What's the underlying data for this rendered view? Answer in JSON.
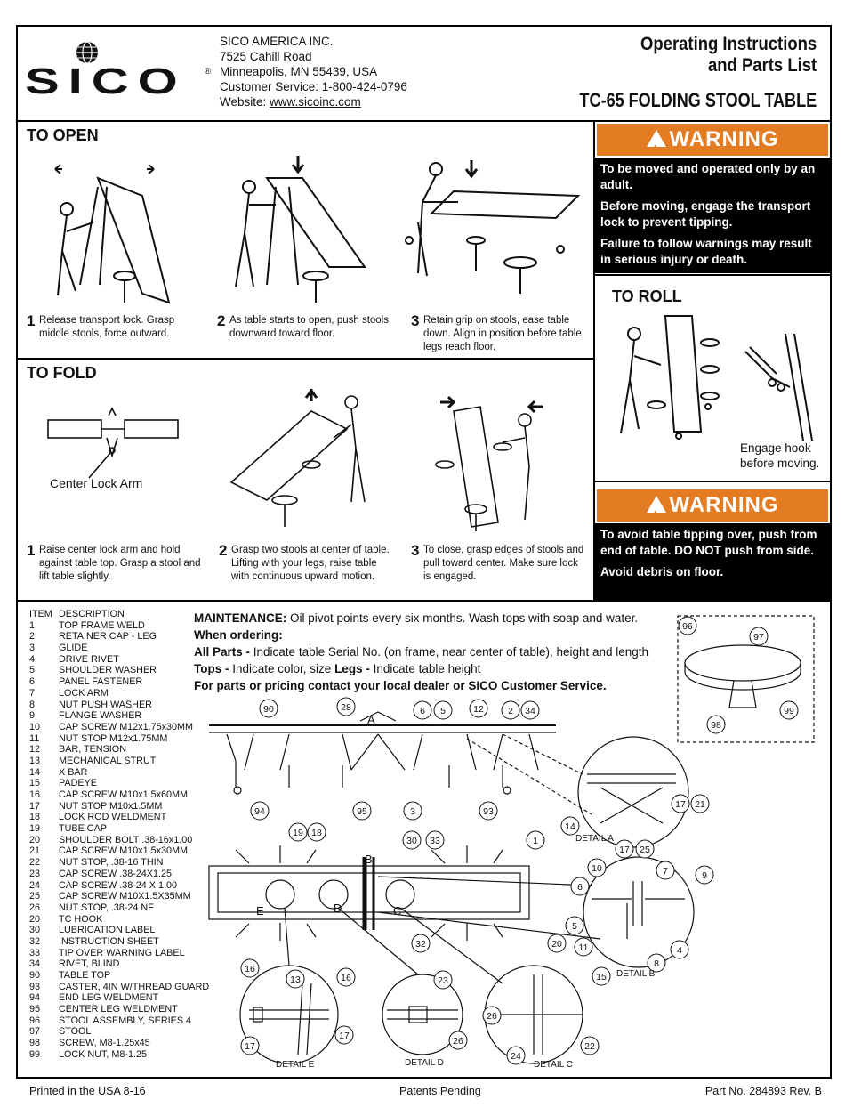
{
  "header": {
    "logo": "SICO",
    "company_name": "SICO AMERICA INC.",
    "address_line1": "7525 Cahill Road",
    "address_line2": "Minneapolis, MN 55439, USA",
    "customer_service": "Customer Service: 1-800-424-0796",
    "website_label": "Website: ",
    "website_url": "www.sicoinc.com",
    "title_line1": "Operating Instructions",
    "title_line2": "and Parts List",
    "product_title": "TC-65 FOLDING STOOL TABLE"
  },
  "to_open": {
    "heading": "TO OPEN",
    "steps": [
      {
        "num": "1",
        "text": "Release transport lock.  Grasp middle stools, force outward."
      },
      {
        "num": "2",
        "text": "As table starts to open, push stools downward toward floor."
      },
      {
        "num": "3",
        "text": "Retain grip on stools, ease table down.  Align in position before table legs reach floor."
      }
    ]
  },
  "warning_top": {
    "heading": "WARNING",
    "lines": [
      "To be moved and operated only by an adult.",
      "Before moving, engage the transport lock to prevent tipping.",
      "Failure to follow warnings may result in serious injury or death."
    ]
  },
  "to_roll": {
    "heading": "TO ROLL",
    "caption": "Engage hook before moving."
  },
  "to_fold": {
    "heading": "TO FOLD",
    "lock_arm_label": "Center Lock Arm",
    "steps": [
      {
        "num": "1",
        "text": "Raise center lock arm and hold against table top.  Grasp a stool and lift table slightly."
      },
      {
        "num": "2",
        "text": "Grasp two stools at center of table.  Lifting with your legs, raise table with continuous upward motion."
      },
      {
        "num": "3",
        "text": "To close, grasp edges of stools and pull toward center. Make sure lock is engaged."
      }
    ]
  },
  "warning_bottom": {
    "heading": "WARNING",
    "lines": [
      "To avoid table tipping over, push from end of table. DO NOT push from side.",
      "Avoid debris on floor."
    ]
  },
  "parts_list": {
    "header_item": "ITEM",
    "header_desc": "DESCRIPTION",
    "items": [
      [
        "1",
        "TOP FRAME WELD"
      ],
      [
        "2",
        "RETAINER CAP - LEG"
      ],
      [
        "3",
        "GLIDE"
      ],
      [
        "4",
        "DRIVE RIVET"
      ],
      [
        "5",
        "SHOULDER WASHER"
      ],
      [
        "6",
        "PANEL FASTENER"
      ],
      [
        "7",
        "LOCK ARM"
      ],
      [
        "8",
        "NUT PUSH WASHER"
      ],
      [
        "9",
        "FLANGE WASHER"
      ],
      [
        "10",
        "CAP SCREW M12x1.75x30MM"
      ],
      [
        "11",
        "NUT STOP M12x1.75MM"
      ],
      [
        "12",
        "BAR, TENSION"
      ],
      [
        "13",
        "MECHANICAL STRUT"
      ],
      [
        "14",
        "X BAR"
      ],
      [
        "15",
        "PADEYE"
      ],
      [
        "16",
        "CAP SCREW M10x1.5x60MM"
      ],
      [
        "17",
        "NUT STOP M10x1.5MM"
      ],
      [
        "18",
        "LOCK ROD WELDMENT"
      ],
      [
        "19",
        "TUBE CAP"
      ],
      [
        "20",
        "SHOULDER BOLT .38-16x1.00"
      ],
      [
        "21",
        "CAP SCREW M10x1.5x30MM"
      ],
      [
        "22",
        "NUT STOP, .38-16 THIN"
      ],
      [
        "23",
        "CAP SCREW .38-24X1.25"
      ],
      [
        "24",
        "CAP SCREW .38-24 X 1.00"
      ],
      [
        "25",
        "CAP SCREW M10X1.5X35MM"
      ],
      [
        "26",
        "NUT STOP, .38-24 NF"
      ],
      [
        "20",
        "TC HOOK"
      ],
      [
        "30",
        "LUBRICATION LABEL"
      ],
      [
        "32",
        "INSTRUCTION SHEET"
      ],
      [
        "33",
        "TIP OVER WARNING LABEL"
      ],
      [
        "34",
        "RIVET, BLIND"
      ],
      [
        "90",
        "TABLE TOP"
      ],
      [
        "93",
        "CASTER, 4IN W/THREAD GUARD"
      ],
      [
        "94",
        "END LEG WELDMENT"
      ],
      [
        "95",
        "CENTER LEG WELDMENT"
      ],
      [
        "96",
        "STOOL ASSEMBLY, SERIES 4"
      ],
      [
        "97",
        "STOOL"
      ],
      [
        "98",
        "SCREW, M8-1.25x45"
      ],
      [
        "99",
        "LOCK NUT, M8-1.25"
      ]
    ]
  },
  "maintenance": {
    "label": "MAINTENANCE:",
    "text": " Oil pivot points every six months. Wash tops with soap and water.",
    "ordering_label": "When ordering:",
    "all_parts_label": "All Parts - ",
    "all_parts_text": "Indicate table Serial No. (on frame, near center of table), height and length",
    "tops_label": "Tops - ",
    "tops_text": "Indicate color, size  ",
    "legs_label": "Legs - ",
    "legs_text": "Indicate table height",
    "contact": "For parts or pricing contact your local dealer or SICO Customer Service."
  },
  "diagram_labels": {
    "detail_a": "DETAIL  A",
    "detail_b": "DETAIL  B",
    "detail_c": "DETAIL  C",
    "detail_d": "DETAIL  D",
    "detail_e": "DETAIL  E",
    "letter_a": "A",
    "letter_b": "B",
    "letter_c": "C",
    "letter_d": "D",
    "letter_e": "E",
    "callouts": [
      "90",
      "28",
      "6",
      "5",
      "12",
      "2",
      "34",
      "94",
      "95",
      "3",
      "93",
      "14",
      "17",
      "25",
      "17",
      "21",
      "19",
      "18",
      "30",
      "33",
      "1",
      "32",
      "10",
      "7",
      "6",
      "9",
      "5",
      "11",
      "8",
      "4",
      "16",
      "13",
      "16",
      "17",
      "17",
      "23",
      "26",
      "20",
      "15",
      "26",
      "22",
      "24",
      "96",
      "97",
      "98",
      "99"
    ]
  },
  "footer": {
    "left": "Printed in the USA 8-16",
    "center": "Patents Pending",
    "right": "Part No. 284893 Rev. B"
  }
}
